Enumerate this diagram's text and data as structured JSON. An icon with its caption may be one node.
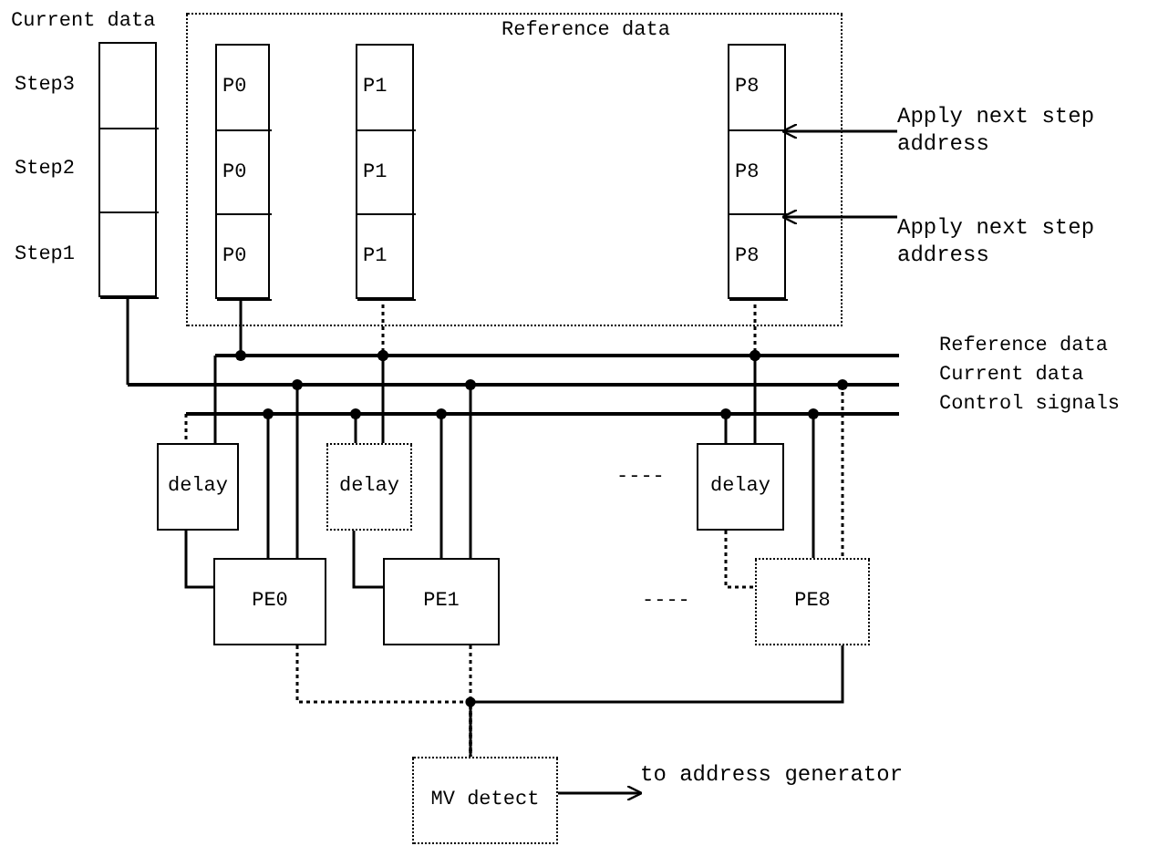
{
  "diagram": {
    "nodes": [
      {
        "text": [
          "Reference data"
        ]
      },
      {
        "text": [
          "Current data"
        ]
      },
      {
        "text": [],
        "shape": "box",
        "in": 1,
        "beside": [
          "Step3"
        ]
      },
      {
        "text": [],
        "shape": "box",
        "in": 1,
        "beside": [
          "Step2"
        ]
      },
      {
        "text": [],
        "shape": "box",
        "in": 1,
        "beside": [
          "Step1"
        ]
      },
      {
        "text": [],
        "shape": "box",
        "in": 0
      },
      {
        "text": [
          "P0"
        ],
        "in": 5
      },
      {
        "text": [
          "P0"
        ],
        "in": 5
      },
      {
        "text": [
          "P0"
        ],
        "in": 5
      },
      {
        "text": [],
        "shape": "box",
        "in": 0
      },
      {
        "text": [
          "P1"
        ],
        "in": 9
      },
      {
        "text": [
          "P1"
        ],
        "in": 9
      },
      {
        "text": [
          "P1"
        ],
        "in": 9
      },
      {
        "text": [],
        "shape": "box",
        "in": 0
      },
      {
        "text": [
          "P8"
        ],
        "in": 13
      },
      {
        "text": [
          "P8"
        ],
        "in": 13
      },
      {
        "text": [
          "P8"
        ],
        "in": 13
      },
      {
        "text": [],
        "shape": "bar",
        "beside": [
          "Reference data"
        ]
      },
      {
        "text": [],
        "shape": "bar",
        "beside": [
          "Current data"
        ]
      },
      {
        "text": [],
        "shape": "bar",
        "beside": [
          "Control signals"
        ]
      },
      {
        "text": [
          "delay"
        ]
      },
      {
        "text": [
          "delay"
        ]
      },
      {
        "text": [
          "delay"
        ]
      },
      {
        "text": [
          "PE0"
        ]
      },
      {
        "text": [
          "PE1"
        ]
      },
      {
        "text": [
          "PE8"
        ]
      },
      {
        "text": [
          "MV detect"
        ]
      },
      {
        "text": [
          "Apply next step address"
        ]
      },
      {
        "text": [
          "Apply next step address"
        ]
      },
      {
        "text": [
          "to address generator"
        ]
      }
    ],
    "edges": [
      {
        "from": 1,
        "to": 18,
        "arrow": "none"
      },
      {
        "from": 5,
        "to": 17,
        "arrow": "other"
      },
      {
        "from": 9,
        "to": 17,
        "arrow": "other",
        "style": "dashed"
      },
      {
        "from": 13,
        "to": 17,
        "arrow": "other",
        "style": "dashed"
      },
      {
        "from": 17,
        "to": 20,
        "arrow": "none"
      },
      {
        "from": 19,
        "to": 20,
        "arrow": "none",
        "style": "dashed"
      },
      {
        "from": 19,
        "to": 23,
        "arrow": "other"
      },
      {
        "from": 18,
        "to": 23,
        "arrow": "other"
      },
      {
        "from": 20,
        "to": 23,
        "arrow": "none"
      },
      {
        "from": 17,
        "to": 21,
        "arrow": "other"
      },
      {
        "from": 19,
        "to": 21,
        "arrow": "other"
      },
      {
        "from": 19,
        "to": 24,
        "arrow": "other"
      },
      {
        "from": 18,
        "to": 24,
        "arrow": "other"
      },
      {
        "from": 21,
        "to": 24,
        "arrow": "none"
      },
      {
        "from": 17,
        "to": 22,
        "arrow": "other"
      },
      {
        "from": 19,
        "to": 22,
        "arrow": "other"
      },
      {
        "from": 19,
        "to": 25,
        "arrow": "other"
      },
      {
        "from": 18,
        "to": 25,
        "arrow": "other",
        "style": "dashed"
      },
      {
        "from": 22,
        "to": 25,
        "arrow": "none",
        "style": "dashed"
      },
      {
        "from": 23,
        "to": 26,
        "arrow": "none",
        "style": "dashed"
      },
      {
        "from": 24,
        "to": 26,
        "arrow": "none",
        "style": "dashed"
      },
      {
        "from": 25,
        "to": 26,
        "arrow": "none"
      },
      {
        "from": 27,
        "to": 15,
        "arrow": "to"
      },
      {
        "from": 28,
        "to": 16,
        "arrow": "to"
      },
      {
        "from": 26,
        "to": 29,
        "arrow": "to"
      }
    ],
    "labels": [
      "----",
      "----"
    ]
  }
}
